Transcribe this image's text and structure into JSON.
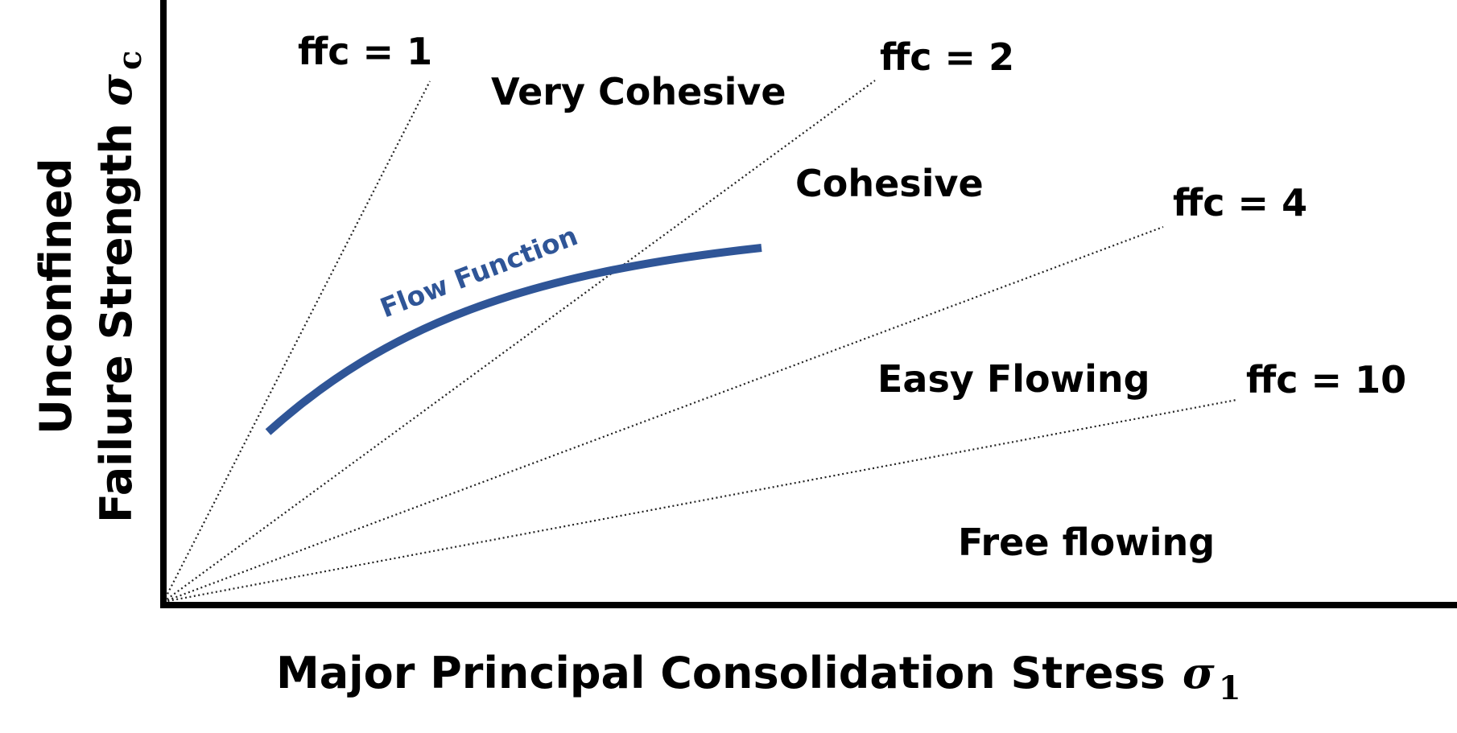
{
  "diagram": {
    "axes": {
      "x_title": "Major Principal Consolidation Stress",
      "x_symbol": "σ",
      "x_subscript": "1",
      "y_title_line1": "Unconfined",
      "y_title_line2": "Failure Strength",
      "y_symbol": "σ",
      "y_subscript": "c"
    },
    "ffc_lines": [
      {
        "label": "ffc = 1",
        "ffc": 1
      },
      {
        "label": "ffc = 2",
        "ffc": 2
      },
      {
        "label": "ffc = 4",
        "ffc": 4
      },
      {
        "label": "ffc = 10",
        "ffc": 10
      }
    ],
    "regions": {
      "very_cohesive": "Very Cohesive",
      "cohesive": "Cohesive",
      "easy_flowing": "Easy Flowing",
      "free_flowing": "Free flowing"
    },
    "flow_function_label": "Flow Function",
    "colors": {
      "axes": "#000000",
      "ffc_lines": "#222222",
      "flow_function": "#2f5597",
      "text": "#000000"
    }
  }
}
